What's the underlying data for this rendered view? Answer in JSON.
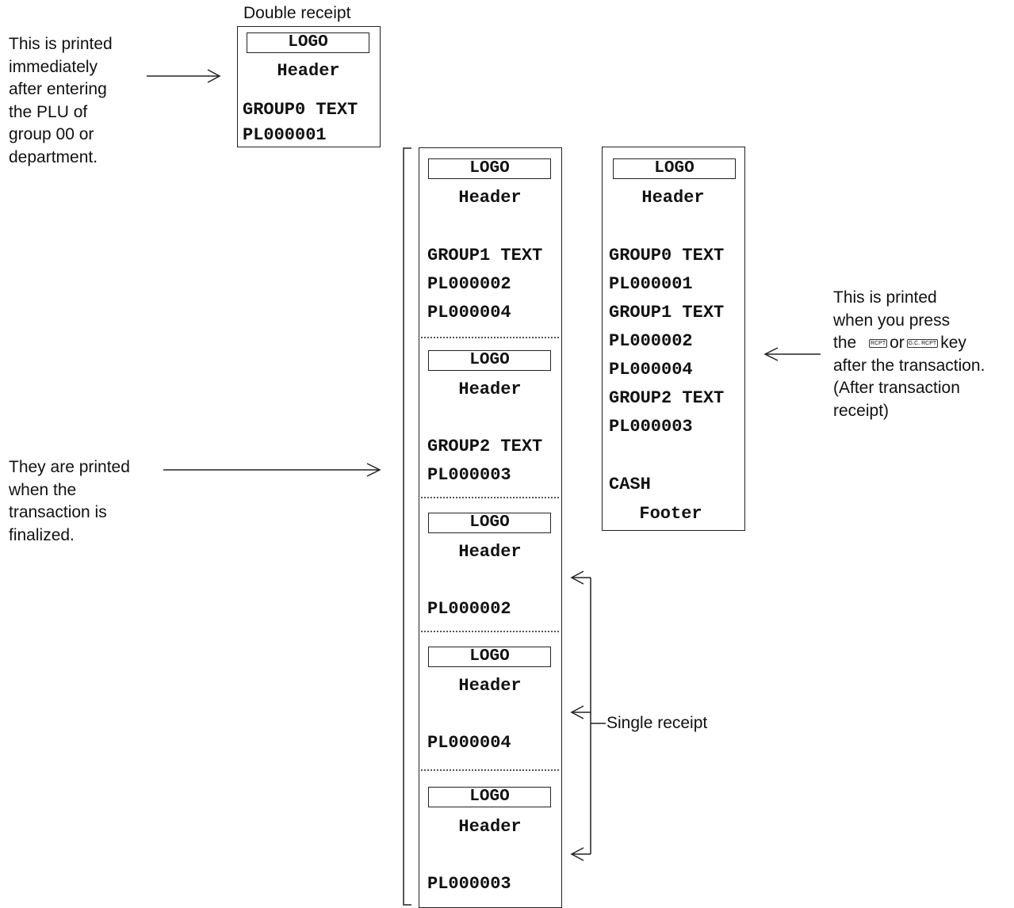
{
  "notes": {
    "group00": [
      "This is printed",
      "immediately",
      "after entering",
      "the PLU of",
      "group 00 or",
      "department."
    ],
    "finalized": [
      "They are printed",
      "when the",
      "transaction is",
      "finalized."
    ],
    "after_tx": {
      "line1": "This is printed",
      "line2": "when you press",
      "line3_before": "the",
      "key1": "RCPT",
      "line3_or": "or",
      "key2": "G.C. RCPT",
      "line3_after": "key",
      "line4": "after the transaction.",
      "line5": "(After transaction",
      "line6": "receipt)"
    }
  },
  "captions": {
    "double_receipt": "Double receipt",
    "single_receipt": "Single receipt"
  },
  "double_receipt": {
    "logo": "LOGO",
    "header": "Header",
    "group": "GROUP0 TEXT",
    "plu": "PL000001"
  },
  "finalized_receipts": [
    {
      "logo": "LOGO",
      "header": "Header",
      "lines": [
        "GROUP1 TEXT",
        "PL000002",
        "PL000004"
      ]
    },
    {
      "logo": "LOGO",
      "header": "Header",
      "lines": [
        "GROUP2 TEXT",
        "PL000003"
      ]
    },
    {
      "logo": "LOGO",
      "header": "Header",
      "lines": [
        "PL000002"
      ]
    },
    {
      "logo": "LOGO",
      "header": "Header",
      "lines": [
        "PL000004"
      ]
    },
    {
      "logo": "LOGO",
      "header": "Header",
      "lines": [
        "PL000003"
      ]
    }
  ],
  "after_tx_receipt": {
    "logo": "LOGO",
    "header": "Header",
    "lines": [
      "GROUP0 TEXT",
      "PL000001",
      "GROUP1 TEXT",
      "PL000002",
      "PL000004",
      "GROUP2 TEXT",
      "PL000003"
    ],
    "cash": "CASH",
    "footer": "Footer"
  }
}
